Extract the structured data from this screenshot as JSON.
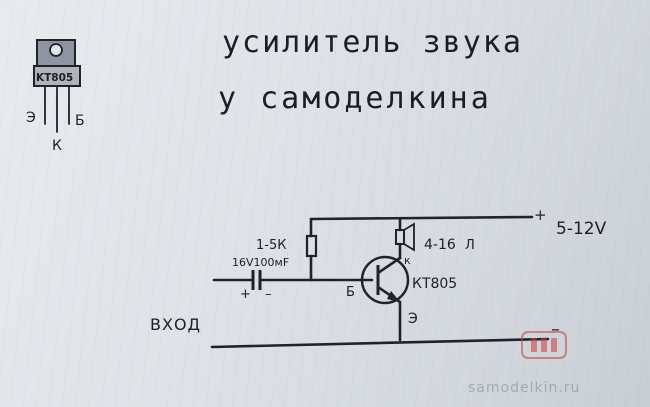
{
  "title": {
    "line1": "усилитель звука",
    "line2": "у самоделкина"
  },
  "transistor_pinout": {
    "body_label": "KT805",
    "pin_left": "Э",
    "pin_right": "Б",
    "pin_center": "К"
  },
  "circuit": {
    "resistor_label": "1-5К",
    "capacitor_label": "16V100мF",
    "cap_plus": "+",
    "cap_minus": "–",
    "speaker_label": "4-16",
    "speaker_unit": "Л",
    "transistor_label": "КТ805",
    "collector_label": "к",
    "base_label": "Б",
    "emitter_label": "Э",
    "supply_plus": "+",
    "supply_voltage": "5-12V",
    "supply_minus": "–",
    "input_label": "ВХОД"
  },
  "watermark": {
    "text": "samodelkin.ru"
  },
  "colors": {
    "ink": "#1f2229",
    "paper": "#dfe3e7",
    "watermark_red": "#cf3a3a"
  }
}
